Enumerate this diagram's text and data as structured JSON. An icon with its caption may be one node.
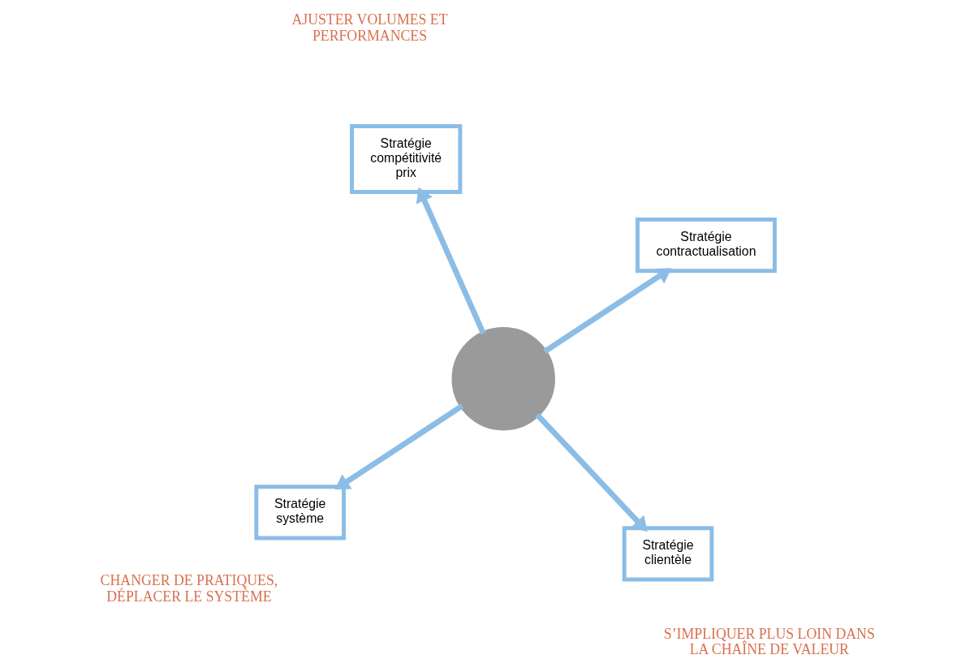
{
  "diagram": {
    "nodes": [
      {
        "text": [
          "Stratégie compétitivité prix"
        ]
      },
      {
        "text": [
          "Stratégie contractualisation"
        ]
      },
      {
        "text": [],
        "shape": "circle"
      },
      {
        "text": [
          "Stratégie système"
        ]
      },
      {
        "text": [
          "Stratégie clientèle"
        ]
      }
    ],
    "edges": [
      {
        "from": 2,
        "to": 0,
        "arrow": "to"
      },
      {
        "from": 2,
        "to": 1,
        "arrow": "to"
      },
      {
        "from": 2,
        "to": 3,
        "arrow": "to"
      },
      {
        "from": 2,
        "to": 4,
        "arrow": "to"
      }
    ],
    "labels": [
      "AJUSTER VOLUMES ET PERFORMANCES",
      "CHANGER DE PRATIQUES, DÉPLACER LE SYSTÈME",
      "S’IMPLIQUER PLUS LOIN DANS LA CHAÎNE DE VALEUR"
    ]
  }
}
